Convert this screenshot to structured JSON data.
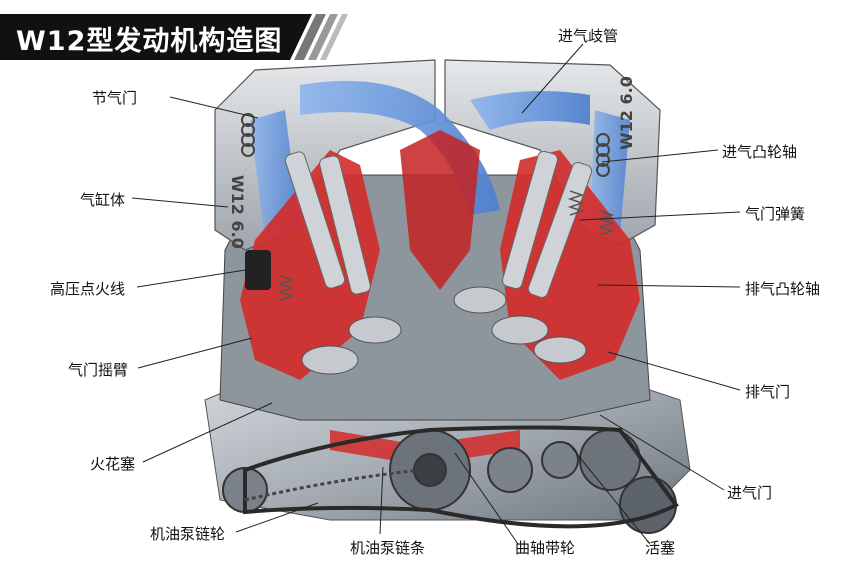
{
  "title": "W12型发动机构造图",
  "labels": {
    "throttle": "节气门",
    "cylinder_block": "气缸体",
    "ignition_wire": "高压点火线",
    "rocker_arm": "气门摇臂",
    "spark_plug": "火花塞",
    "oil_pump_sprocket": "机油泵链轮",
    "oil_pump_chain": "机油泵链条",
    "crank_pulley": "曲轴带轮",
    "piston": "活塞",
    "intake_valve": "进气门",
    "exhaust_valve": "排气门",
    "exhaust_camshaft": "排气凸轮轴",
    "valve_spring": "气门弹簧",
    "intake_camshaft": "进气凸轮轴",
    "intake_manifold": "进气歧管"
  },
  "cover_marking": "W12 6.0",
  "colors": {
    "section_red": "#d42a2a",
    "manifold_blue": "#6f9fe0",
    "engine_gray": "#9aa3ab",
    "title_bg": "#111111"
  }
}
